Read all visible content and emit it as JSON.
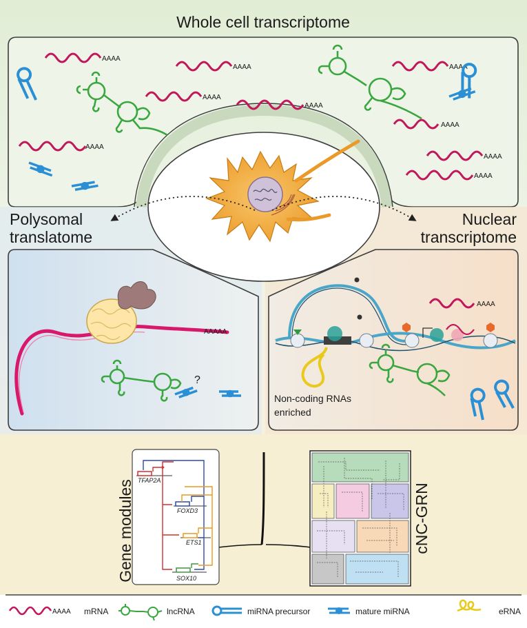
{
  "labels": {
    "whole_cell": "Whole cell transcriptome",
    "polysomal_line1": "Polysomal",
    "polysomal_line2": "translatome",
    "nuclear_line1": "Nuclear",
    "nuclear_line2": "transcriptome",
    "noncoding_line1": "Non-coding RNAs",
    "noncoding_line2": "enriched",
    "question": "?",
    "gene_modules": "Gene  modules",
    "cnc_grn": "cNC-GRN",
    "polyA_short": "AAAA",
    "polyA_long": "AAAAA"
  },
  "genes": [
    "TFAP2A",
    "FOXD3",
    "ETS1",
    "SOX10"
  ],
  "legend": {
    "polyA": "AAAA",
    "mrna": "mRNA",
    "lncrna": "lncRNA",
    "mirna_precursor": "miRNA precursor",
    "mature_mirna": "mature miRNA",
    "erna": "eRNA"
  },
  "colors": {
    "mrna": "#c2185b",
    "lncrna": "#3aa640",
    "mirna": "#2b8fd6",
    "erna": "#e8c91c",
    "cell": "#f4a937",
    "whole_bg": "#e6f0dc",
    "poly_bg": "#d9e6f1",
    "nuc_bg": "#f6e3cf",
    "bottom_bg": "#f7f0d6",
    "tfap2a": "#d22f2f",
    "foxd3": "#2b4aa8",
    "ets1": "#e69b1e",
    "sox10": "#3a9a3a"
  }
}
